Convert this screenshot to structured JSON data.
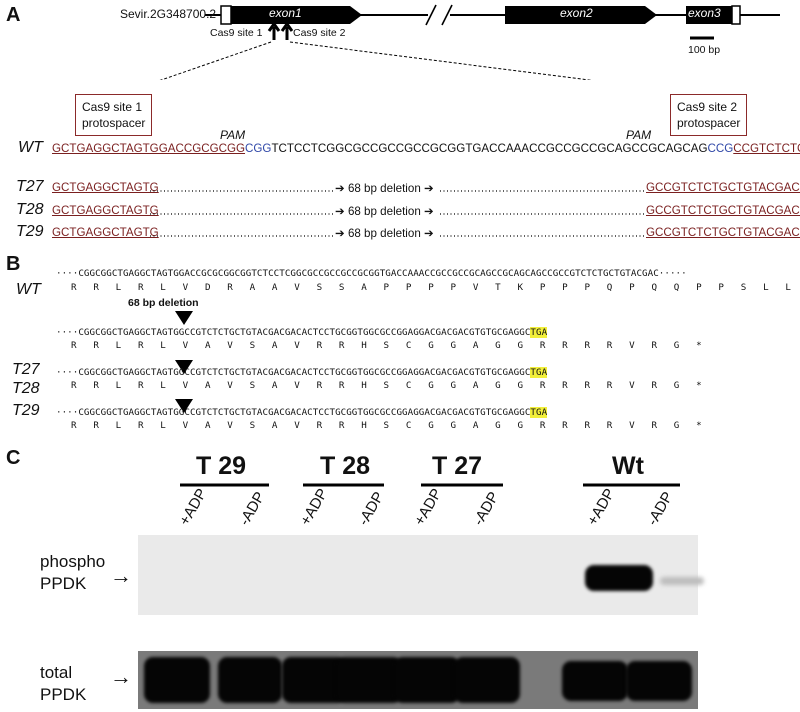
{
  "panelA": {
    "letter": "A",
    "gene_id": "Sevir.2G348700.2",
    "exon1": "exon1",
    "exon2": "exon2",
    "exon3": "exon3",
    "cas9_site1": "Cas9 site 1",
    "cas9_site2": "Cas9 site 2",
    "scale_label": "100 bp",
    "box1": "Cas9 site 1\nprotospacer",
    "box2": "Cas9 site 2\nprotospacer",
    "pam1": "PAM",
    "pam2": "PAM",
    "wt_label": "WT",
    "wt_seq_part1": "GCTGAGGCTAGTGGACCGCGCGG",
    "wt_seq_pam1": "CGG",
    "wt_seq_mid": "TCTCCTCGGCGCCGCCGCCGCGGTGACCAAACCGCCGCCGCAGCCGCAGCAG",
    "wt_seq_pam2": "CCG",
    "wt_seq_part2": "CCGTCTCTGCTGTACGACGA",
    "mutants": [
      {
        "label": "T27",
        "left": "GCTGAGGCTAGTG",
        "deletion": "68 bp deletion",
        "right": "GCCGTCTCTGCTGTACGACGA"
      },
      {
        "label": "T28",
        "left": "GCTGAGGCTAGTG",
        "deletion": "68 bp deletion",
        "right": "GCCGTCTCTGCTGTACGACGA"
      },
      {
        "label": "T29",
        "left": "GCTGAGGCTAGTG",
        "deletion": "68 bp deletion",
        "right": "GCCGTCTCTGCTGTACGACGA"
      }
    ]
  },
  "panelB": {
    "letter": "B",
    "wt_label": "WT",
    "wt_dna": "····CGGCGGCTGAGGCTAGTGGACCGCGCGGCGGTCTCCTCGGCGCCGCCGCCGCGGTGACCAAACCGCCGCCGCAGCCGCAGCAGCCGCCGTCTCTGCTGTACGAC·····",
    "wt_aa": "R   R   L   R   L   V   D   R   A   A   V   S   S   A   P   P   P   P   V   T   K   P   P   P   Q   P   Q   Q   P   P   S   L   L   Y   D",
    "deletion_label": "68 bp deletion",
    "mut_dna": "····CGGCGGCTGAGGCTAGTGGCCGTCTCTGCTGTACGACGACACTCCTGCGGTGGCGCCGGAGGACGACGACGTGTGCGAGGC",
    "stop_codon": "TGA",
    "mut_aa": "R   R   L   R   L   V   A   V   S   A   V   R   R   H   S   C   G   G   A   G   G   R   R   R   R   V   R   G   *",
    "row_labels": [
      "T27",
      "T28",
      "T29"
    ]
  },
  "panelC": {
    "letter": "C",
    "groups": [
      "T 29",
      "T 28",
      "T 27",
      "Wt"
    ],
    "lane_labels": [
      "+ADP",
      "-ADP",
      "+ADP",
      "-ADP",
      "+ADP",
      "-ADP",
      "+ADP",
      "-ADP"
    ],
    "phospho_label": "phospho\nPPDK",
    "total_label": "total\nPPDK",
    "arrow": "→"
  }
}
